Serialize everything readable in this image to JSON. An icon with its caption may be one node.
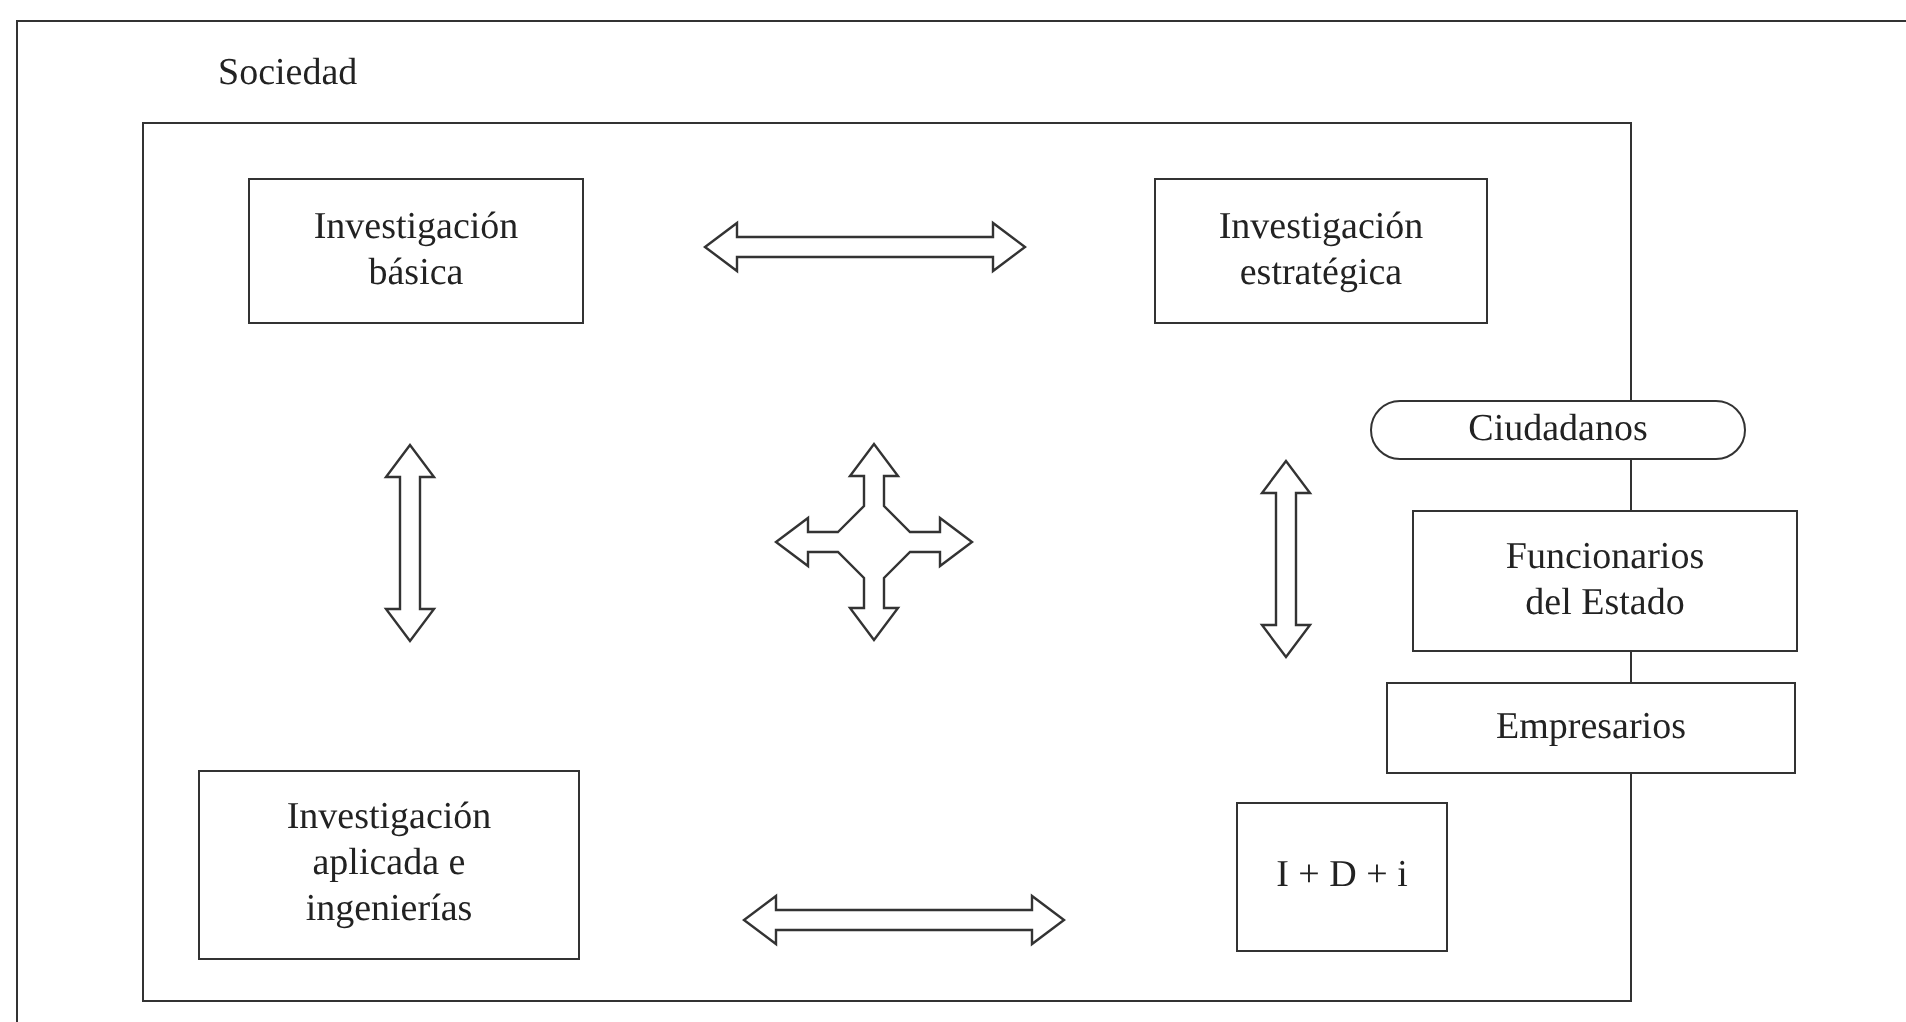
{
  "diagram": {
    "nodes": [
      {
        "text": [
          "Sociedad"
        ]
      },
      {
        "text": [],
        "shape": "box",
        "in": 0
      },
      {
        "text": [
          "Investigación básica"
        ],
        "in": 1
      },
      {
        "text": [
          "Investigación estratégica"
        ],
        "in": 1
      },
      {
        "text": [
          "Investigación aplicada e ingenierías"
        ],
        "in": 1
      },
      {
        "text": [
          "I + D + i"
        ],
        "in": 1
      },
      {
        "text": [
          "Ciudadanos"
        ],
        "in": 0
      },
      {
        "text": [
          "Funcionarios del Estado"
        ],
        "in": 0
      },
      {
        "text": [
          "Empresarios"
        ],
        "in": 0
      }
    ],
    "edges": [
      {
        "from": 2,
        "to": 3,
        "arrow": "both"
      },
      {
        "from": 2,
        "to": 4,
        "arrow": "both"
      },
      {
        "from": 3,
        "to": 5,
        "arrow": "both"
      },
      {
        "from": 4,
        "to": 5,
        "arrow": "both"
      }
    ]
  }
}
